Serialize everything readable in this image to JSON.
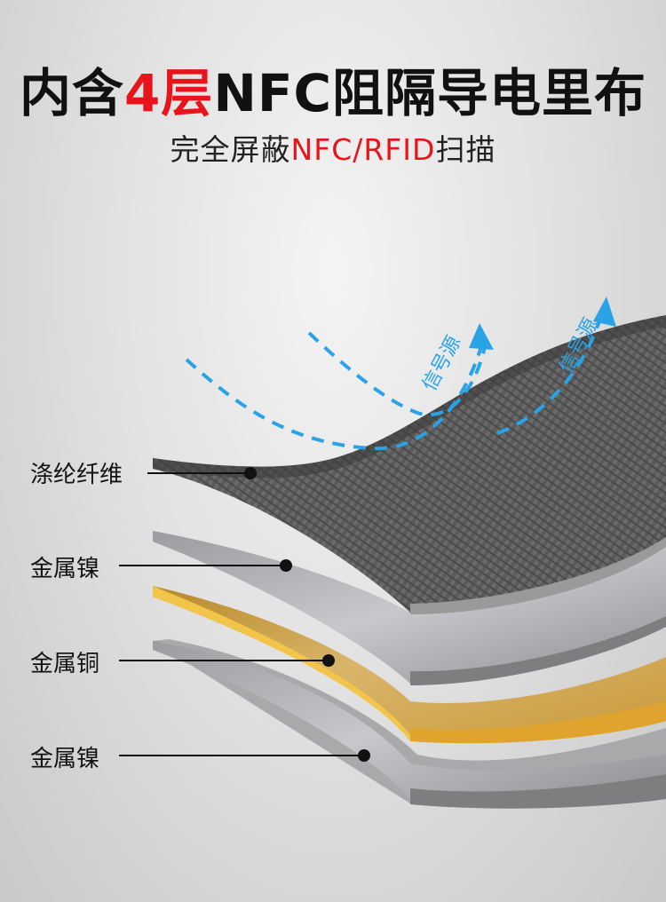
{
  "headline": {
    "part1": "内含",
    "highlight": "4层",
    "part2": "NFC阻隔导电里布"
  },
  "subheadline": {
    "part1": "完全屏蔽",
    "highlight": "NFC/RFID",
    "part2": "扫描"
  },
  "signal_labels": [
    "信号源",
    "信号源"
  ],
  "layers": [
    {
      "label": "涤纶纤维",
      "material": "carbon-weave"
    },
    {
      "label": "金属镍",
      "material": "brushed-nickel"
    },
    {
      "label": "金属铜",
      "material": "brushed-copper"
    },
    {
      "label": "金属镍",
      "material": "brushed-nickel"
    }
  ],
  "colors": {
    "accent_red": "#e8141c",
    "signal_blue": "#2aa3e6",
    "text_dark": "#111111"
  }
}
